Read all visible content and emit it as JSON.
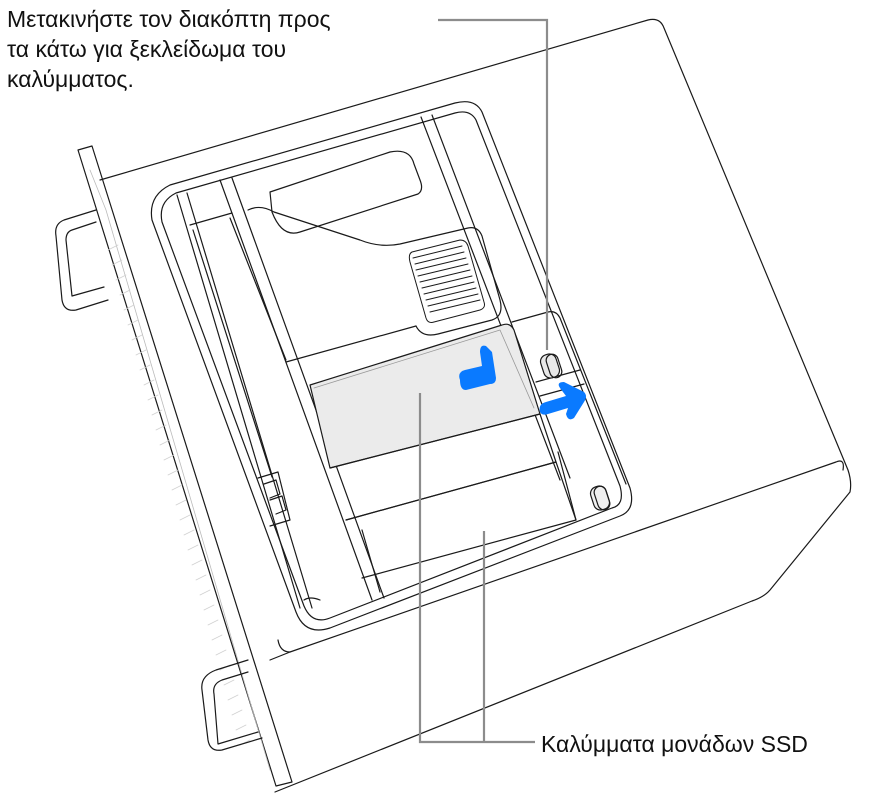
{
  "figure": {
    "subject": "Mac Pro (rack) with top cover removed, SSD covers area",
    "colors": {
      "line": "#1a1a1a",
      "leader_line": "#8c8c8c",
      "highlight_fill": "#ebebeb",
      "arrow": "#0a7aff",
      "grille": "#d6d6d6"
    }
  },
  "callouts": {
    "latch": {
      "lines": [
        "Μετακινήστε τον διακόπτη προς",
        "τα κάτω για ξεκλείδωμα του",
        "καλύμματος."
      ]
    },
    "ssd_covers": {
      "label": "Καλύμματα μονάδων SSD"
    }
  },
  "arrows": [
    {
      "name": "slide-ssd-cover-arrow",
      "direction": "up-then-right"
    },
    {
      "name": "latch-slide-arrow",
      "direction": "right"
    }
  ]
}
